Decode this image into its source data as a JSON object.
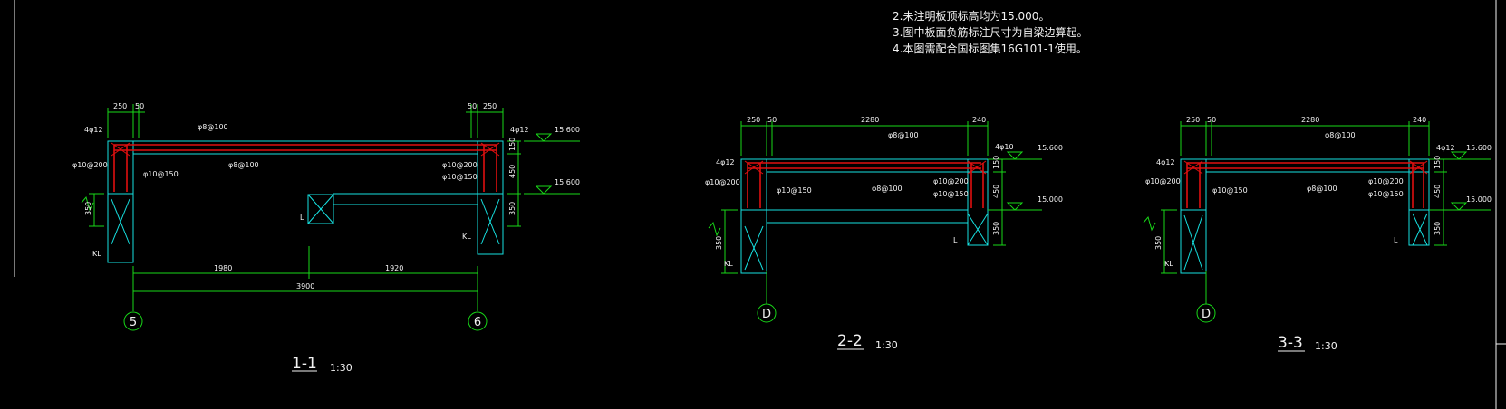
{
  "notes": [
    "2.未注明板顶标高均为15.000。",
    "3.图中板面负筋标注尺寸为自梁边算起。",
    "4.本图需配合国标图集16G101-1使用。"
  ],
  "colors": {
    "background": "#000000",
    "concrete": "#16e0e0",
    "rebar": "#e01010",
    "dimension": "#18d818",
    "text": "#f2f2f2",
    "frame": "#f2f2f2"
  },
  "sections": [
    {
      "id": "1-1",
      "title": "1-1",
      "scale": "1:30",
      "dims_top_left": [
        "250",
        "50"
      ],
      "dims_top_right": [
        "50",
        "250"
      ],
      "dims_bottom": [
        "1980",
        "1920"
      ],
      "dim_total": "3900",
      "axes": [
        "5",
        "6"
      ],
      "elevations": [
        "15.600",
        "15.600"
      ],
      "vdims_right": [
        "150",
        "450",
        "350"
      ],
      "vdim_left": "350",
      "labels": {
        "left_corner": "4φ12",
        "top_bar": "φ8@100",
        "left_stirrup": "φ10@200",
        "left_stirrup2": "φ10@150",
        "mid_bar": "φ8@100",
        "right_corner": "4φ12",
        "right_stirrup": "φ10@200",
        "right_stirrup2": "φ10@150",
        "kl_left": "KL",
        "kl_right": "KL",
        "l_beam": "L"
      }
    },
    {
      "id": "2-2",
      "title": "2-2",
      "scale": "1:30",
      "dims_top": [
        "250",
        "50",
        "2280",
        "240"
      ],
      "axis": "D",
      "elevations": [
        "15.600",
        "15.000"
      ],
      "vdims_right": [
        "150",
        "450",
        "350"
      ],
      "vdim_left": "350",
      "labels": {
        "left_corner": "4φ12",
        "top_bar": "φ8@100",
        "right_corner": "4φ10",
        "left_stirrup": "φ10@200",
        "left_stirrup2": "φ10@150",
        "mid_bar": "φ8@100",
        "right_stirrup": "φ10@200",
        "right_stirrup2": "φ10@150",
        "kl": "KL",
        "l_beam": "L"
      }
    },
    {
      "id": "3-3",
      "title": "3-3",
      "scale": "1:30",
      "dims_top": [
        "250",
        "50",
        "2280",
        "240"
      ],
      "axis": "D",
      "elevations": [
        "15.600",
        "15.000"
      ],
      "vdims_right": [
        "150",
        "450",
        "350"
      ],
      "vdim_left": "350",
      "labels": {
        "left_corner": "4φ12",
        "top_bar": "φ8@100",
        "right_corner": "4φ12",
        "left_stirrup": "φ10@200",
        "left_stirrup2": "φ10@150",
        "mid_bar": "φ8@100",
        "right_stirrup": "φ10@200",
        "right_stirrup2": "φ10@150",
        "kl": "KL",
        "l_beam": "L"
      }
    }
  ]
}
